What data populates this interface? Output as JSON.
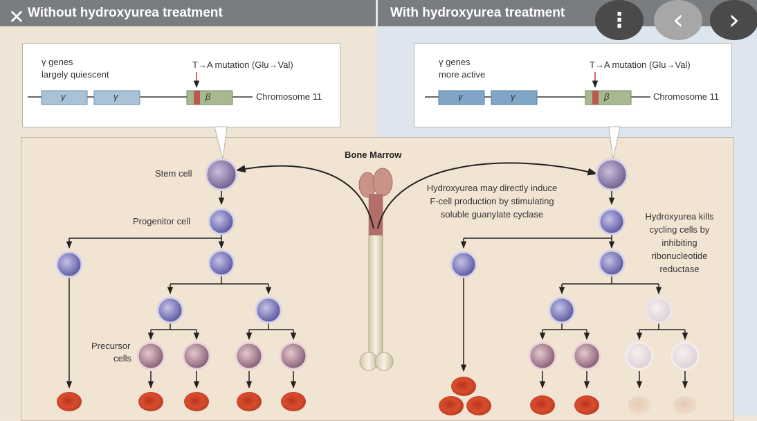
{
  "header": {
    "left_title": "Without hydroxyurea treatment",
    "right_title": "With hydroxyurea treatment"
  },
  "genes_left": {
    "gamma_note_line1": "γ genes",
    "gamma_note_line2": "largely quiescent",
    "mutation": "T→A mutation (Glu→Val)",
    "chromosome": "Chromosome 11",
    "gamma": "γ",
    "beta": "β"
  },
  "genes_right": {
    "gamma_note_line1": "γ genes",
    "gamma_note_line2": "more active",
    "mutation": "T→A mutation (Glu→Val)",
    "chromosome": "Chromosome 11",
    "gamma": "γ",
    "beta": "β"
  },
  "marrow": {
    "title": "Bone Marrow",
    "stem_cell": "Stem cell",
    "progenitor_cell": "Progenitor cell",
    "precursor_line1": "Precursor",
    "precursor_line2": "cells",
    "note_fcell": "Hydroxyurea may directly induce F-cell production by stimulating soluble guanylate cyclase",
    "note_kills": "Hydroxyurea kills cycling cells by inhibiting ribonucleotide reductase"
  },
  "controls": {
    "close_icon": "✕",
    "menu_icon": "⋮",
    "prev_icon": "‹",
    "next_icon": "›"
  },
  "colors": {
    "header_bg": "#7a7d80",
    "gamma_gene": "#a9c2d6",
    "beta_gene": "#a8b98f",
    "mutation_red": "#c0393b",
    "stem_cell": "#9080a8",
    "red_cell": "#d5472a"
  }
}
